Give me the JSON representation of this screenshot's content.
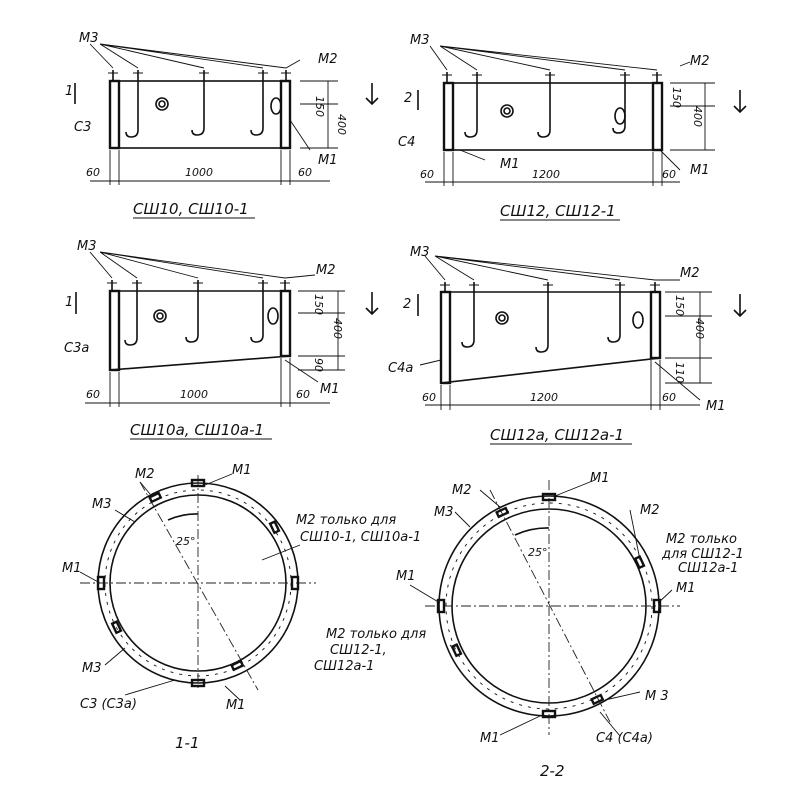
{
  "views": [
    {
      "caption": "СШ10, СШ10-1",
      "marks": {
        "m3": "М3",
        "m2": "М2",
        "m1": "М1",
        "c": "С3"
      },
      "dims": {
        "left": "60",
        "length": "1000",
        "right": "60",
        "h1": "150",
        "h2": "400"
      },
      "section": "1"
    },
    {
      "caption": "СШ12, СШ12-1",
      "marks": {
        "m3": "М3",
        "m2": "М2",
        "m1": "М1",
        "m1b": "М1",
        "c": "С4"
      },
      "dims": {
        "left": "60",
        "length": "1200",
        "right": "60",
        "h1": "150",
        "h2": "400"
      },
      "section": "2"
    },
    {
      "caption": "СШ10а, СШ10а-1",
      "marks": {
        "m3": "М3",
        "m2": "М2",
        "m1": "М1",
        "c": "С3а"
      },
      "dims": {
        "left": "60",
        "length": "1000",
        "right": "60",
        "h1": "150",
        "h2": "400",
        "h3": "90"
      },
      "section": "1"
    },
    {
      "caption": "СШ12а, СШ12а-1",
      "marks": {
        "m3": "М3",
        "m2": "М2",
        "m1": "М1",
        "c": "С4а"
      },
      "dims": {
        "left": "60",
        "length": "1200",
        "right": "60",
        "h1": "150",
        "h2": "400",
        "h3": "110"
      },
      "section": "2"
    }
  ],
  "sections": [
    {
      "caption": "1-1",
      "angle": "25°",
      "marks": {
        "m2": "М2",
        "m1_top": "М1",
        "m3_top": "М3",
        "m1_left": "М1",
        "m3_bottom": "М3",
        "c": "С3 (С3а)",
        "m1_bottom": "М1"
      },
      "note": [
        "М2 только для",
        "СШ10-1, СШ10а-1"
      ]
    },
    {
      "caption": "2-2",
      "angle": "25°",
      "marks": {
        "m2": "М2",
        "m1_top": "М1",
        "m3_top": "М3",
        "m2_right": "М2",
        "m1_left": "М1",
        "m1_right": "М1",
        "m3_right": "М 3",
        "m1_bottom": "М1",
        "c": "С4 (С4а)"
      },
      "note_right": [
        "М2 только",
        "для СШ12-1",
        "СШ12а-1"
      ],
      "note_left": [
        "М2 только для",
        "СШ12-1,",
        "СШ12а-1"
      ]
    }
  ]
}
